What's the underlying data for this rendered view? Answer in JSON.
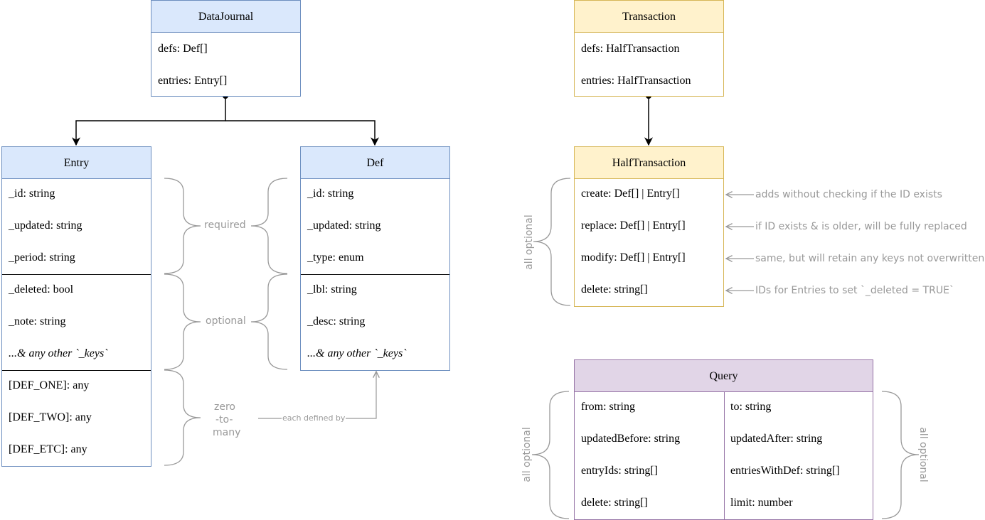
{
  "dataJournal": {
    "title": "DataJournal",
    "rows": [
      "defs: Def[]",
      "entries: Entry[]"
    ]
  },
  "entry": {
    "title": "Entry",
    "rows": [
      "_id: string",
      "_updated: string",
      "_period: string",
      "_deleted: bool",
      "_note: string",
      "...& any other `_keys`",
      "[DEF_ONE]: any",
      "[DEF_TWO]: any",
      "[DEF_ETC]: any"
    ]
  },
  "def": {
    "title": "Def",
    "rows": [
      "_id: string",
      "_updated: string",
      "_type: enum",
      "_lbl: string",
      "_desc: string",
      "...& any other `_keys`"
    ]
  },
  "transaction": {
    "title": "Transaction",
    "rows": [
      "defs: HalfTransaction",
      "entries: HalfTransaction"
    ]
  },
  "halfTransaction": {
    "title": "HalfTransaction",
    "rows": [
      "create: Def[] | Entry[]",
      "replace: Def[] | Entry[]",
      "modify: Def[] | Entry[]",
      "delete: string[]"
    ]
  },
  "query": {
    "title": "Query",
    "left": [
      "from: string",
      "updatedBefore: string",
      "entryIds: string[]",
      "delete: string[]"
    ],
    "right": [
      "to: string",
      "updatedAfter: string",
      "entriesWithDef: string[]",
      "limit: number"
    ]
  },
  "annotations": {
    "required": "required",
    "optional": "optional",
    "zero": "zero",
    "to": "-to-",
    "many": "many",
    "eachDefinedBy": "each defined by",
    "allOptional": "all optional",
    "notes": [
      "adds without checking if the ID exists",
      "if ID exists & is older, will be fully replaced",
      "same, but will retain any keys not overwritten",
      "IDs for Entries to set `_deleted = TRUE`"
    ]
  },
  "colors": {
    "blueFill": "#dae8fc",
    "blueStroke": "#6c8ebf",
    "yellowFill": "#fff2cc",
    "yellowStroke": "#d6b656",
    "purpleFill": "#e1d5e7",
    "purpleStroke": "#9673a6",
    "note": "#999999"
  }
}
